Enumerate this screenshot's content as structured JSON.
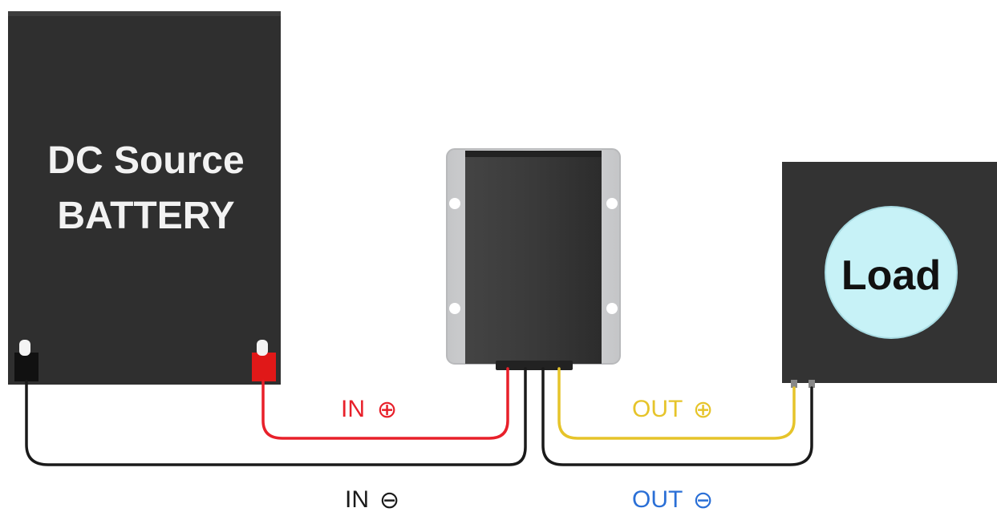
{
  "battery": {
    "line1": "DC Source",
    "line2": "BATTERY"
  },
  "load": {
    "label": "Load"
  },
  "wires": {
    "in_pos": {
      "text": "IN",
      "symbol": "⊕",
      "color": "#e8202a"
    },
    "in_neg": {
      "text": "IN",
      "symbol": "⊖",
      "color": "#1a1a1a"
    },
    "out_pos": {
      "text": "OUT",
      "symbol": "⊕",
      "color": "#e6c42a"
    },
    "out_neg": {
      "text": "OUT",
      "symbol": "⊖",
      "color": "#2a6fd6"
    }
  },
  "colors": {
    "battery_body": "#2f2f2f",
    "converter_plate": "#cfd0d2",
    "converter_body": "#383838",
    "load_body": "#333333",
    "load_circle": "#c7f2f7",
    "red_terminal": "#e01818"
  }
}
